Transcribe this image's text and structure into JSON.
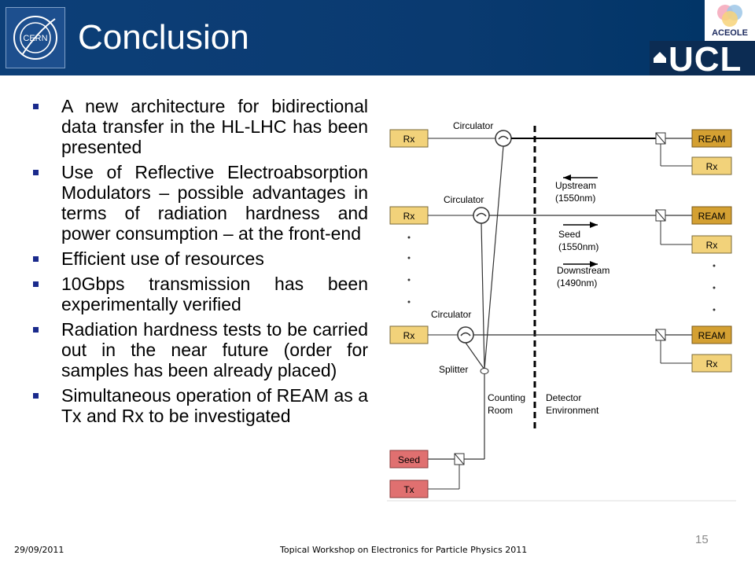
{
  "header": {
    "title": "Conclusion",
    "cern_logo_text": "CERN",
    "aceole_text": "ACEOLE",
    "ucl_text": "UCL"
  },
  "bullets": [
    "A new architecture for bidirectional data transfer in the HL-LHC has been presented",
    "Use of Reflective Electroabsorption Modulators – possible advantages in terms of radiation hardness and power consumption – at the front-end",
    "Efficient use of resources",
    "10Gbps transmission has been experimentally verified",
    "Radiation hardness tests to be carried out in the near future (order for samples has been already placed)",
    "Simultaneous operation of REAM as a Tx and Rx to be investigated"
  ],
  "diagram": {
    "rx_left": [
      "Rx",
      "Rx",
      "Rx"
    ],
    "circulators": [
      "Circulator",
      "Circulator",
      "Circulator"
    ],
    "ream": [
      "REAM",
      "REAM",
      "REAM"
    ],
    "rx_right": [
      "Rx",
      "Rx",
      "Rx"
    ],
    "upstream": [
      "Upstream",
      "(1550nm)"
    ],
    "seed": [
      "Seed",
      "(1550nm)"
    ],
    "downstream": [
      "Downstream",
      "(1490nm)"
    ],
    "splitter": "Splitter",
    "counting_room": [
      "Counting",
      "Room"
    ],
    "detector_env": [
      "Detector",
      "Environment"
    ],
    "seed_box": "Seed",
    "tx_box": "Tx",
    "colors": {
      "yellow": "#f2d27a",
      "ream": "#d4a032",
      "red": "#e07070"
    }
  },
  "footer": {
    "date": "29/09/2011",
    "title": "Topical Workshop on Electronics for Particle Physics 2011",
    "page": "15"
  }
}
